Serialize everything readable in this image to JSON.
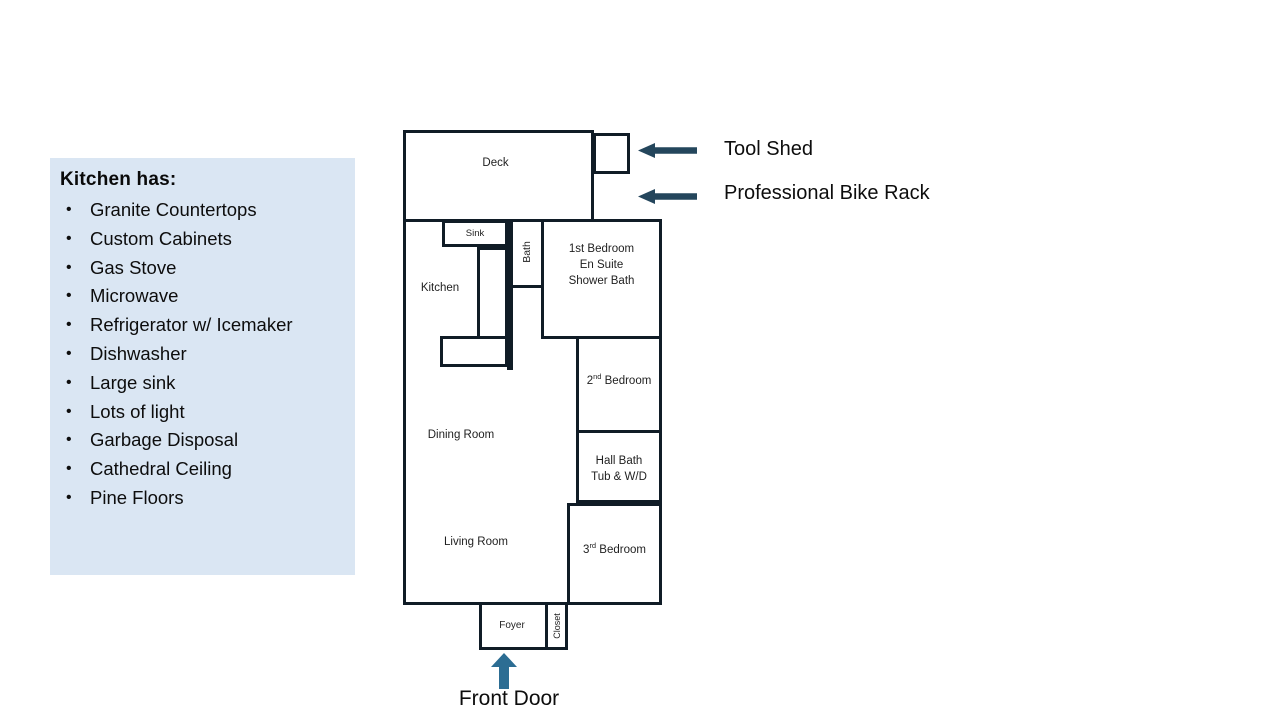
{
  "panel": {
    "heading": "Kitchen has:",
    "bullet": "•",
    "items": [
      "Granite Countertops",
      "Custom Cabinets",
      "Gas Stove",
      "Microwave",
      "Refrigerator w/ Icemaker",
      "Dishwasher",
      "Large sink",
      "Lots of light",
      "Garbage Disposal",
      "Cathedral Ceiling",
      "Pine Floors"
    ]
  },
  "plan": {
    "deck": "Deck",
    "sink": "Sink",
    "bath": "Bath",
    "kitchen": "Kitchen",
    "bedroom1": {
      "line1": "1st Bedroom",
      "line2": "En Suite",
      "line3": "Shower Bath"
    },
    "bedroom2": {
      "num": "2",
      "sup": "nd",
      "rest": " Bedroom"
    },
    "hall_bath": {
      "line1": "Hall Bath",
      "line2": "Tub & W/D"
    },
    "bedroom3": {
      "num": "3",
      "sup": "rd",
      "rest": " Bedroom"
    },
    "dining": "Dining Room",
    "living": "Living Room",
    "foyer": "Foyer",
    "closet": "Closet"
  },
  "annotations": {
    "tool_shed": "Tool Shed",
    "bike_rack": "Professional Bike Rack",
    "front_door": "Front Door"
  },
  "colors": {
    "wall": "#101c26",
    "side_arrow": "#24465c",
    "front_arrow": "#2c6d93",
    "panel_bg": "#dae6f3"
  }
}
